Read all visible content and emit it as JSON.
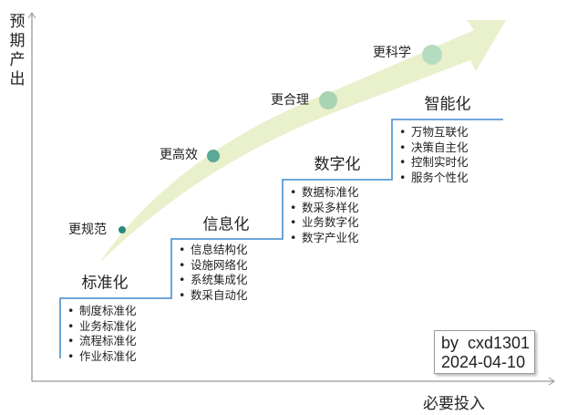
{
  "axes": {
    "y_label": "预期产出",
    "x_label": "必要投入"
  },
  "outcomes": [
    {
      "label": "更规范",
      "color": "#2a8a7c"
    },
    {
      "label": "更高效",
      "color": "#5aa896"
    },
    {
      "label": "更合理",
      "color": "#a8d4b4"
    },
    {
      "label": "更科学",
      "color": "#b5dcc0"
    }
  ],
  "stages": [
    {
      "title": "标准化",
      "items": [
        "制度标准化",
        "业务标准化",
        "流程标准化",
        "作业标准化"
      ]
    },
    {
      "title": "信息化",
      "items": [
        "信息结构化",
        "设施网络化",
        "系统集成化",
        "数采自动化"
      ]
    },
    {
      "title": "数字化",
      "items": [
        "数据标准化",
        "数采多样化",
        "业务数字化",
        "数字产业化"
      ]
    },
    {
      "title": "智能化",
      "items": [
        "万物互联化",
        "决策自主化",
        "控制实时化",
        "服务个性化"
      ]
    }
  ],
  "signature": {
    "author": "by  cxd1301",
    "date": "2024-04-10"
  },
  "colors": {
    "step_line": "#5b9bd5",
    "arrow": "#e9f0cc",
    "axis": "#999999"
  }
}
